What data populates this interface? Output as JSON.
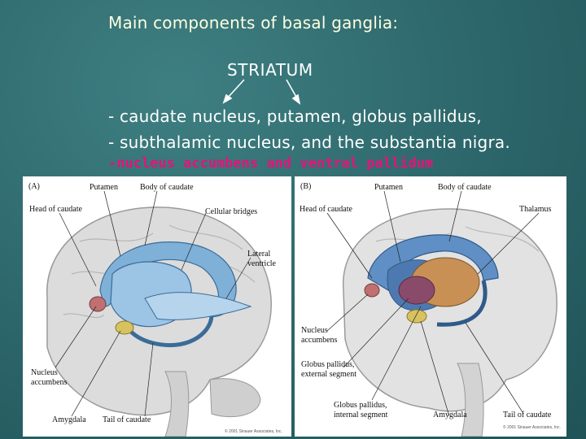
{
  "slide": {
    "title": "Main components of basal ganglia:",
    "striatum": "STRIATUM",
    "line1": "- caudate nucleus, putamen, globus pallidus,",
    "line2": "- subthalamic nucleus, and the substantia nigra.",
    "line3": "-nucleus accumbens and ventral pallidum"
  },
  "panel_a": {
    "tag": "(A)",
    "labels": {
      "putamen": "Putamen",
      "body_of_caudate": "Body of caudate",
      "head_of_caudate": "Head of caudate",
      "cellular_bridges": "Cellular bridges",
      "lateral_ventricle_1": "Lateral",
      "lateral_ventricle_2": "ventricle",
      "nucleus_accumbens_1": "Nucleus",
      "nucleus_accumbens_2": "accumbens",
      "amygdala": "Amygdala",
      "tail_of_caudate": "Tail of caudate"
    },
    "copyright": "© 2001 Sinauer Associates, Inc."
  },
  "panel_b": {
    "tag": "(B)",
    "labels": {
      "putamen": "Putamen",
      "body_of_caudate": "Body of caudate",
      "head_of_caudate": "Head of caudate",
      "thalamus": "Thalamus",
      "nucleus_accumbens_1": "Nucleus",
      "nucleus_accumbens_2": "accumbens",
      "globus_external_1": "Globus pallidus,",
      "globus_external_2": "external segment",
      "globus_internal_1": "Globus pallidus,",
      "globus_internal_2": "internal segment",
      "amygdala": "Amygdala",
      "tail_of_caudate": "Tail of caudate"
    },
    "copyright": "© 2001 Sinauer Associates, Inc."
  },
  "colors": {
    "background": "#2f6a6e",
    "title_text": "#ffffe0",
    "accent_text": "#e3147a",
    "caudate": "#7fb0d8",
    "putamen": "#5f89bf",
    "thalamus": "#c89055",
    "globus_pallidus": "#8a4a6a",
    "amygdala": "#d8c260",
    "nucleus_accumbens": "#c07070"
  }
}
